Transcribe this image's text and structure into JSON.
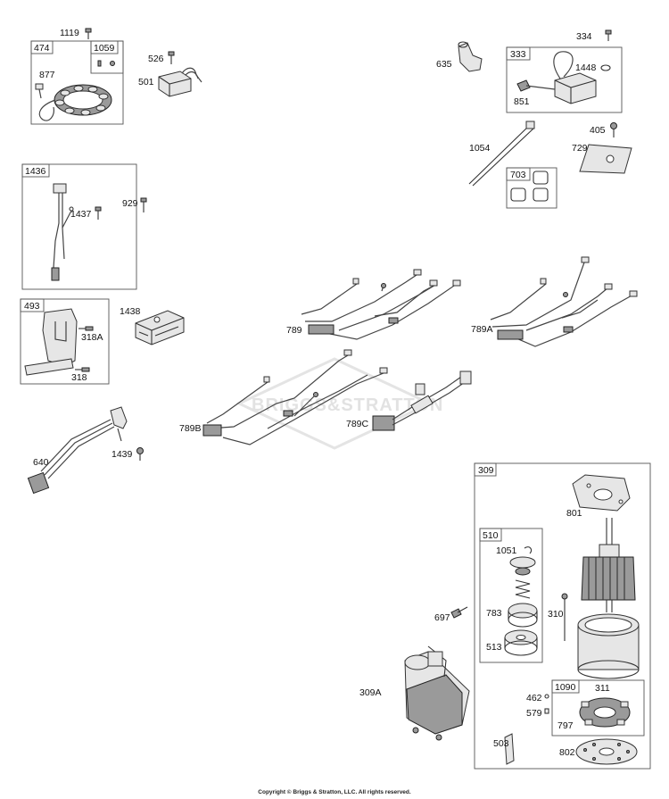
{
  "watermark": "BRIGGS&STRATTON",
  "copyright": "Copyright © Briggs & Stratton, LLC. All rights reserved.",
  "boxes": {
    "b474": "474",
    "b1059": "1059",
    "b333": "333",
    "b1436": "1436",
    "b703": "703",
    "b493": "493",
    "b309": "309",
    "b510": "510",
    "b1090": "1090"
  },
  "labels": {
    "p1119": "1119",
    "p877": "877",
    "p526": "526",
    "p501": "501",
    "p635": "635",
    "p334": "334",
    "p1448": "1448",
    "p851": "851",
    "p405": "405",
    "p729": "729",
    "p1054": "1054",
    "p929": "929",
    "p1437": "1437",
    "p1438": "1438",
    "p318A": "318A",
    "p318": "318",
    "p789": "789",
    "p789A": "789A",
    "p789B": "789B",
    "p789C": "789C",
    "p640": "640",
    "p1439": "1439",
    "p801": "801",
    "p1051": "1051",
    "p783": "783",
    "p310": "310",
    "p513": "513",
    "p697": "697",
    "p309A": "309A",
    "p462": "462",
    "p311": "311",
    "p579": "579",
    "p797": "797",
    "p503": "503",
    "p802": "802"
  }
}
